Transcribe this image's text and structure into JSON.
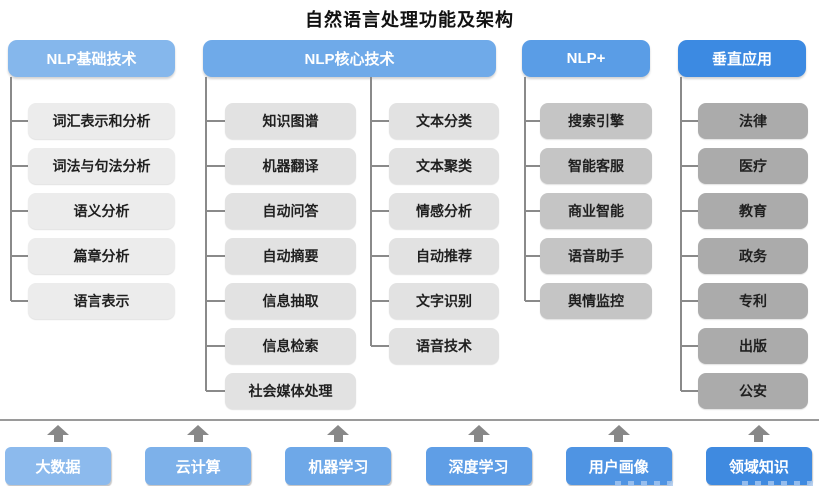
{
  "title": "自然语言处理功能及架构",
  "connector_color": "#8a8a8a",
  "arrow_color": "#888888",
  "divider_color": "#9a9a9a",
  "columns": [
    {
      "header": "NLP基础技术",
      "header_color": "#85b7ec",
      "item_color": "#ececec",
      "groups": [
        [
          "词汇表示和分析",
          "词法与句法分析",
          "语义分析",
          "篇章分析",
          "语言表示"
        ]
      ]
    },
    {
      "header": "NLP核心技术",
      "header_color": "#6faae9",
      "item_color": "#e2e2e2",
      "groups": [
        [
          "知识图谱",
          "机器翻译",
          "自动问答",
          "自动摘要",
          "信息抽取",
          "信息检索",
          "社会媒体处理"
        ],
        [
          "文本分类",
          "文本聚类",
          "情感分析",
          "自动推荐",
          "文字识别",
          "语音技术"
        ]
      ]
    },
    {
      "header": "NLP+",
      "header_color": "#5a9de6",
      "item_color": "#c5c5c5",
      "groups": [
        [
          "搜索引擎",
          "智能客服",
          "商业智能",
          "语音助手",
          "舆情监控"
        ]
      ]
    },
    {
      "header": "垂直应用",
      "header_color": "#3c8ae2",
      "item_color": "#ababab",
      "groups": [
        [
          "法律",
          "医疗",
          "教育",
          "政务",
          "专利",
          "出版",
          "公安"
        ]
      ]
    }
  ],
  "foundation": {
    "items": [
      {
        "label": "大数据",
        "color": "#8cbaed"
      },
      {
        "label": "云计算",
        "color": "#7db1ea"
      },
      {
        "label": "机器学习",
        "color": "#6ea8e8"
      },
      {
        "label": "深度学习",
        "color": "#5f9ee6"
      },
      {
        "label": "用户画像",
        "color": "#4f94e3"
      },
      {
        "label": "领域知识",
        "color": "#3f8ae0"
      }
    ]
  }
}
